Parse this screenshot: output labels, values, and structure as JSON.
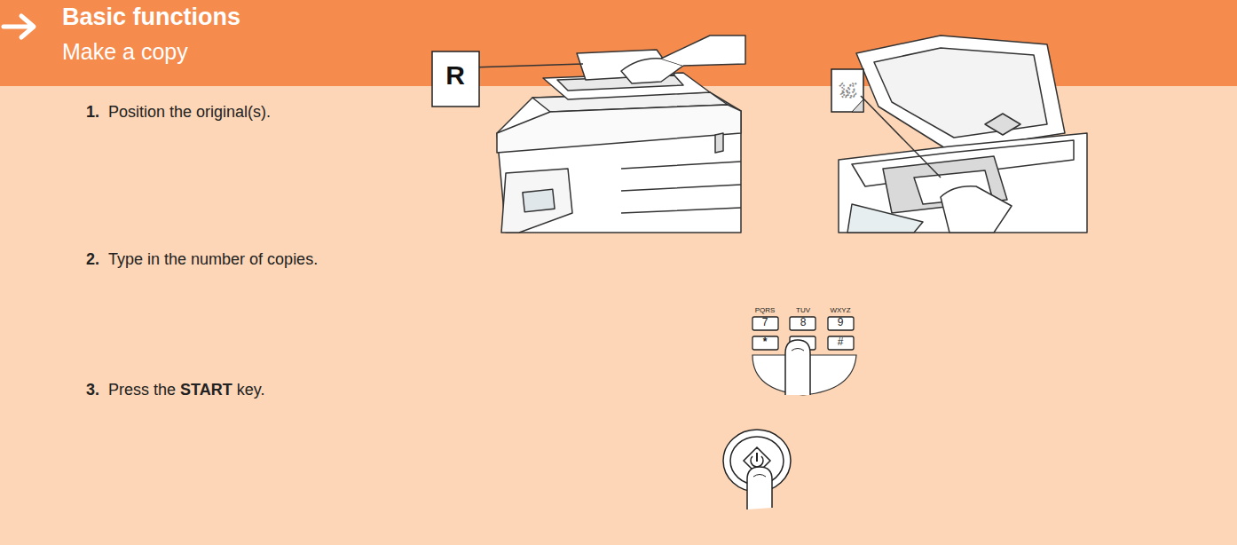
{
  "diagram": {
    "title": "Basic functions",
    "labels": [
      "Make a copy",
      "1.",
      "Position the original(s).",
      "2.",
      "Type in the number of copies.",
      "3.",
      "Press the",
      "START",
      "key.",
      "R",
      "PQRS",
      "TUV",
      "WXYZ",
      "7",
      "8",
      "9",
      "*",
      "#"
    ]
  }
}
